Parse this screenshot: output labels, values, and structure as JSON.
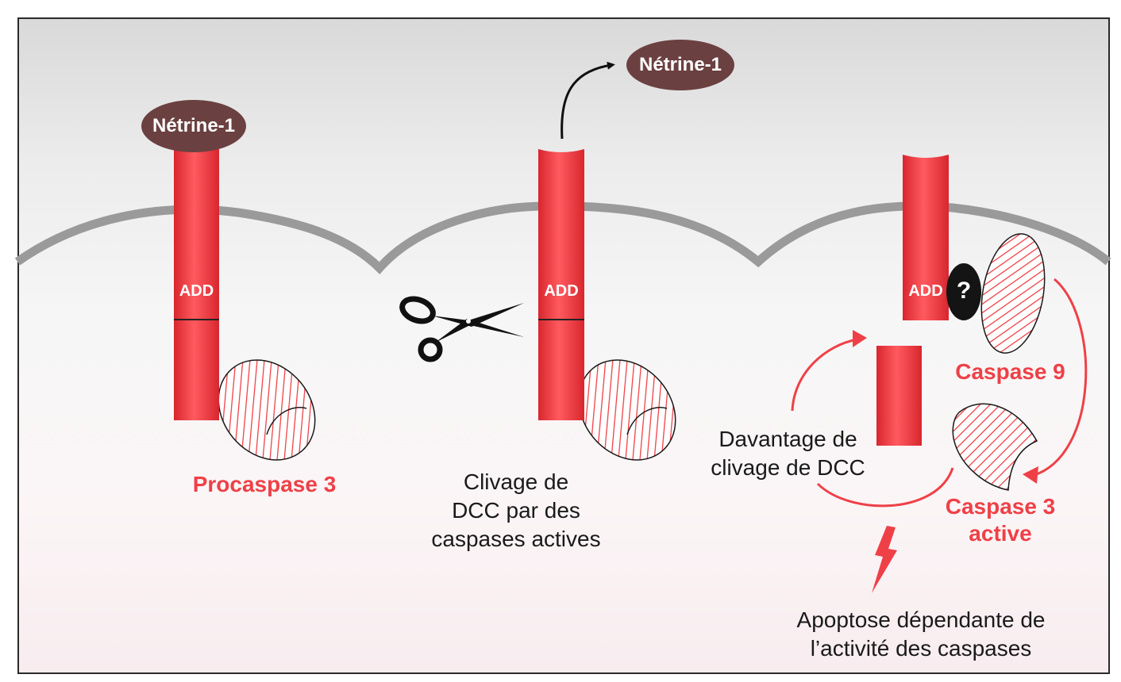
{
  "colors": {
    "receptor": "#ef4047",
    "netrin": "#6b4040",
    "membrane": "#9a9a9a",
    "label_red": "#ef4047",
    "adaptor": "#141414"
  },
  "icons": [
    "scissors-icon",
    "lightning-icon",
    "arrow-icon"
  ],
  "panel1": {
    "ligand": "Nétrine-1",
    "domain": "ADD",
    "caspase_label": "Procaspase 3"
  },
  "panel2": {
    "ligand": "Nétrine-1",
    "domain": "ADD",
    "caption": [
      "Clivage de",
      "DCC par des",
      "caspases actives"
    ]
  },
  "panel3": {
    "domain": "ADD",
    "adaptor": "?",
    "caspase9": "Caspase 9",
    "caspase3": [
      "Caspase 3",
      "active"
    ],
    "more_cleavage": [
      "Davantage de",
      "clivage de DCC"
    ],
    "outcome": [
      "Apoptose dépendante de",
      "l’activité des caspases"
    ]
  }
}
